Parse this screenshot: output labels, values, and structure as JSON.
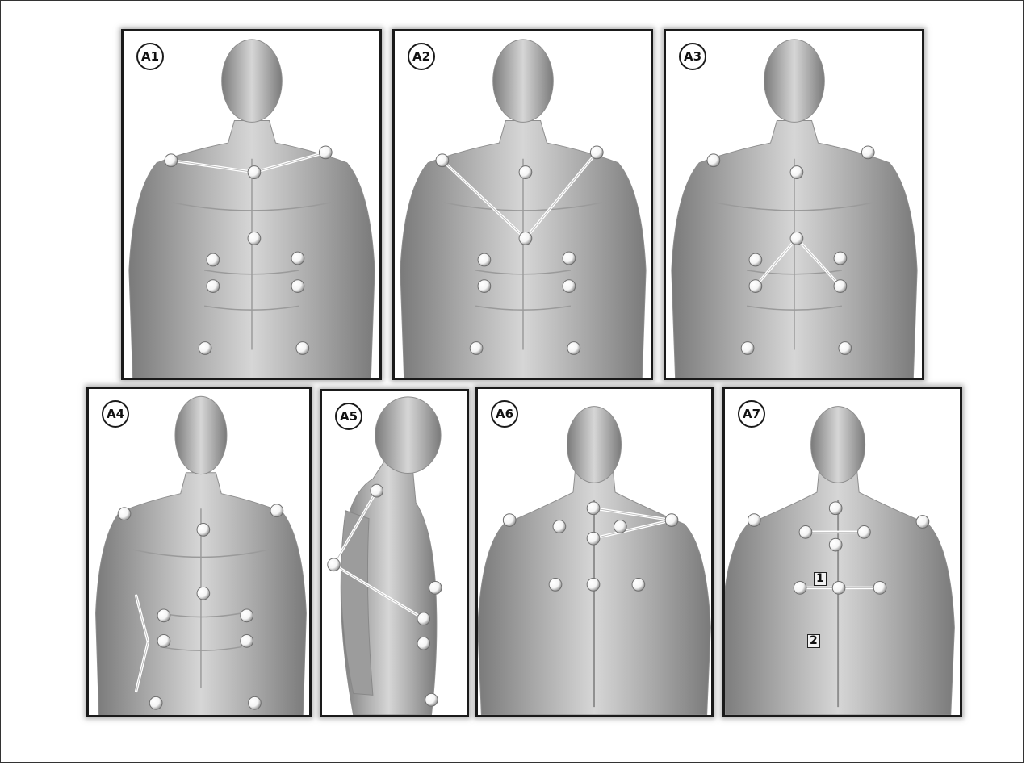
{
  "panels": [
    {
      "id": "A1",
      "view": "front"
    },
    {
      "id": "A2",
      "view": "front"
    },
    {
      "id": "A3",
      "view": "front"
    },
    {
      "id": "A4",
      "view": "front"
    },
    {
      "id": "A5",
      "view": "side"
    },
    {
      "id": "A6",
      "view": "back"
    },
    {
      "id": "A7",
      "view": "back"
    }
  ],
  "segment_labels": {
    "one": "1",
    "two": "2"
  },
  "colors": {
    "skin_light": "#d6d6d6",
    "skin_mid": "#a9a9a9",
    "skin_dark": "#7a7a7a",
    "marker": "#f4f4f4",
    "line": "#ffffff",
    "frame": "#1a1a1a"
  }
}
